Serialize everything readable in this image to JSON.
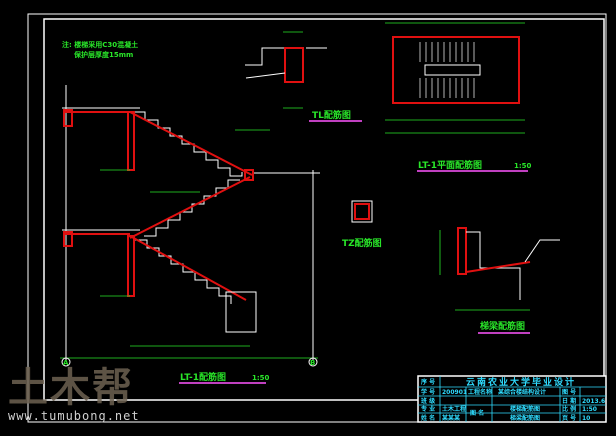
{
  "drawing": {
    "note_lines": [
      "注: 楼梯采用C30混凝土",
      "保护层厚度15mm"
    ],
    "titles": {
      "stair_section": "LT-1配筋图",
      "stair_section_scale": "1:50",
      "beam": "TL配筋图",
      "plan": "LT-1平面配筋图",
      "plan_scale": "1:50",
      "column": "TZ配筋图",
      "ladder_beam": "梯梁配筋图"
    },
    "axis_labels": [
      "A",
      "B"
    ]
  },
  "title_block": {
    "title": "云南农业大学毕业设计",
    "rows": [
      {
        "label": "学 号",
        "value": "200901"
      },
      {
        "label": "班 级",
        "value": ""
      },
      {
        "label": "专 业",
        "value": "土木工程"
      },
      {
        "label": "姓 名",
        "value": "某某某"
      }
    ],
    "project_label": "工程名称",
    "project_value": "某综合楼结构设计",
    "drawing_label": "图 名",
    "drawing_value": [
      "楼梯配筋图",
      "梯梁配筋图"
    ],
    "right_rows": [
      {
        "label": "图 号",
        "value": ""
      },
      {
        "label": "日 期",
        "value": "2013.6"
      },
      {
        "label": "比 例",
        "value": "1:50"
      },
      {
        "label": "页 号",
        "value": "10"
      }
    ]
  },
  "watermark": {
    "logo": "土木帮",
    "url": "www.tumubong.net"
  },
  "colors": {
    "background": "#000000",
    "rebar": "#e01010",
    "dimension": "#29e629",
    "title_block": "#2fdcff",
    "underline": "#c040c0"
  }
}
